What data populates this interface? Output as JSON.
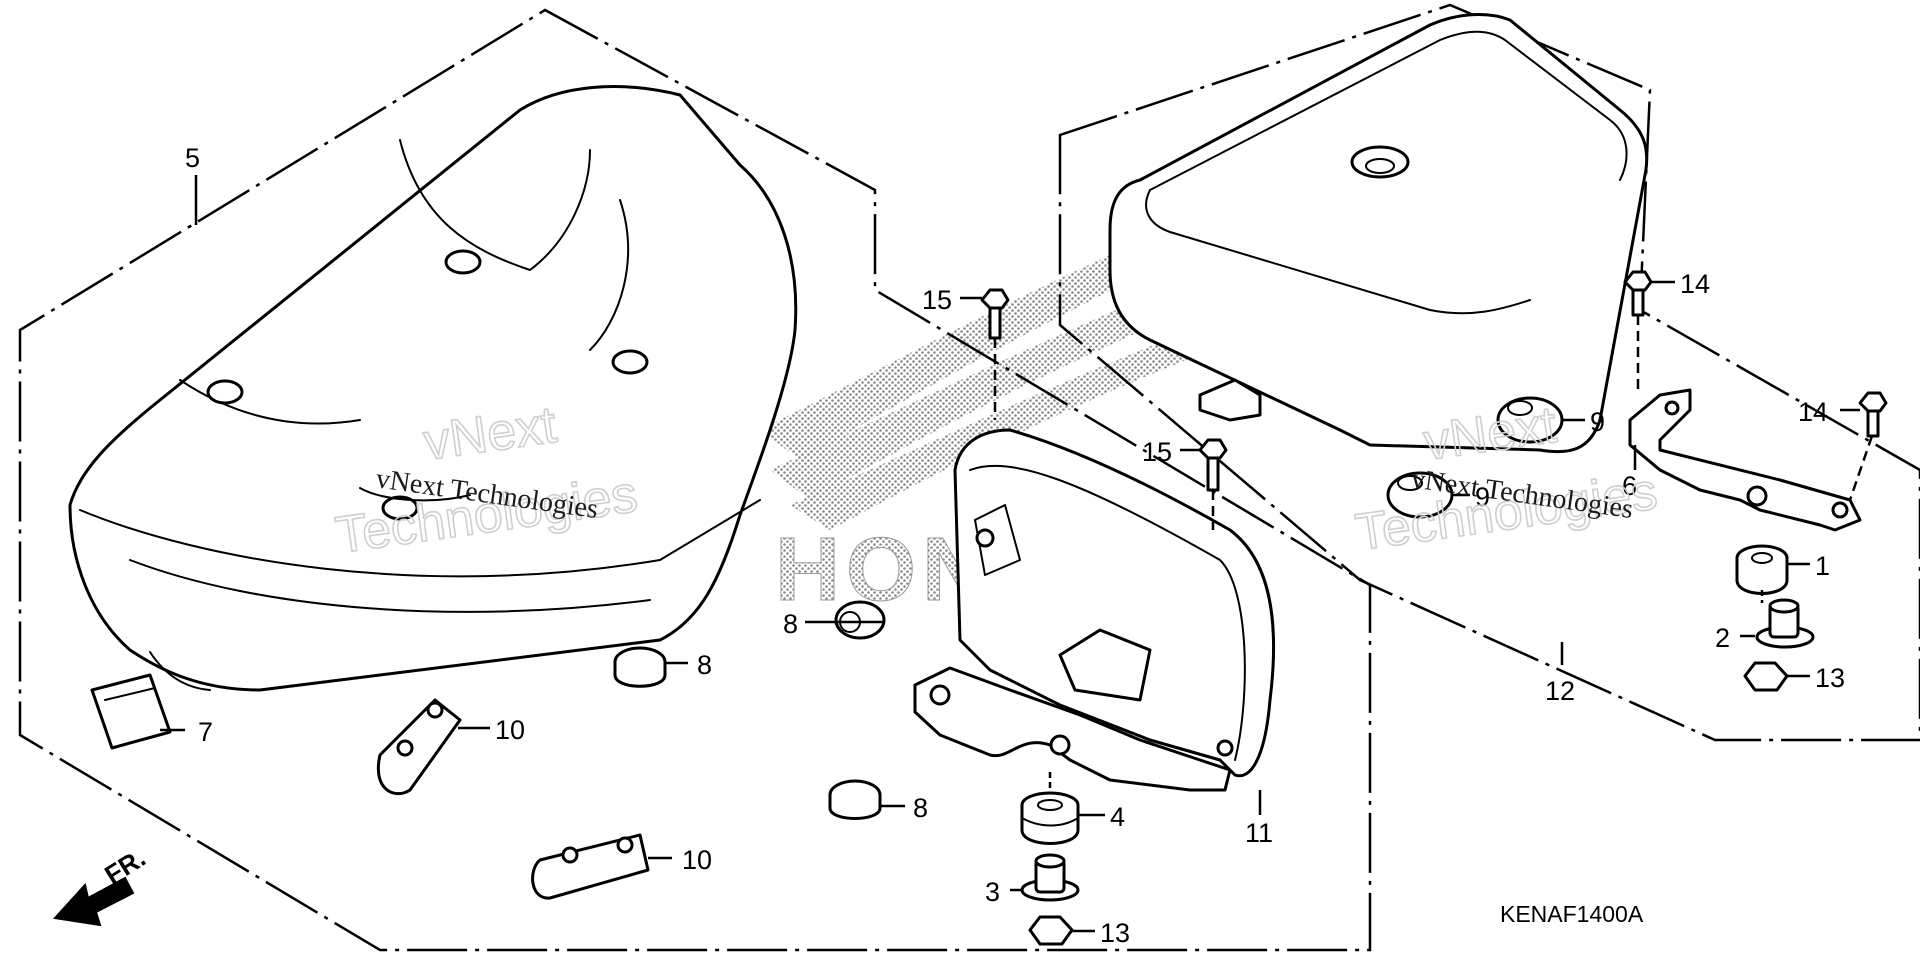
{
  "diagram": {
    "code": "KENAF1400A",
    "direction_label": "FR.",
    "logo_text": "HONDA",
    "callouts": [
      {
        "id": "c5",
        "label": "5"
      },
      {
        "id": "c7",
        "label": "7"
      },
      {
        "id": "c8a",
        "label": "8"
      },
      {
        "id": "c8b",
        "label": "8"
      },
      {
        "id": "c8c",
        "label": "8"
      },
      {
        "id": "c10a",
        "label": "10"
      },
      {
        "id": "c10b",
        "label": "10"
      },
      {
        "id": "c15a",
        "label": "15"
      },
      {
        "id": "c15b",
        "label": "15"
      },
      {
        "id": "c4",
        "label": "4"
      },
      {
        "id": "c3",
        "label": "3"
      },
      {
        "id": "c13a",
        "label": "13"
      },
      {
        "id": "c11",
        "label": "11"
      },
      {
        "id": "c9a",
        "label": "9"
      },
      {
        "id": "c9b",
        "label": "9"
      },
      {
        "id": "c6",
        "label": "6"
      },
      {
        "id": "c14a",
        "label": "14"
      },
      {
        "id": "c14b",
        "label": "14"
      },
      {
        "id": "c1",
        "label": "1"
      },
      {
        "id": "c2",
        "label": "2"
      },
      {
        "id": "c13b",
        "label": "13"
      },
      {
        "id": "c12",
        "label": "12"
      }
    ]
  },
  "watermarks": [
    {
      "small": "vNext Technologies",
      "big_line1": "vNext",
      "big_line2": "Technologies"
    },
    {
      "small": "vNext Technologies",
      "big_line1": "vNext",
      "big_line2": "Technologies"
    }
  ]
}
